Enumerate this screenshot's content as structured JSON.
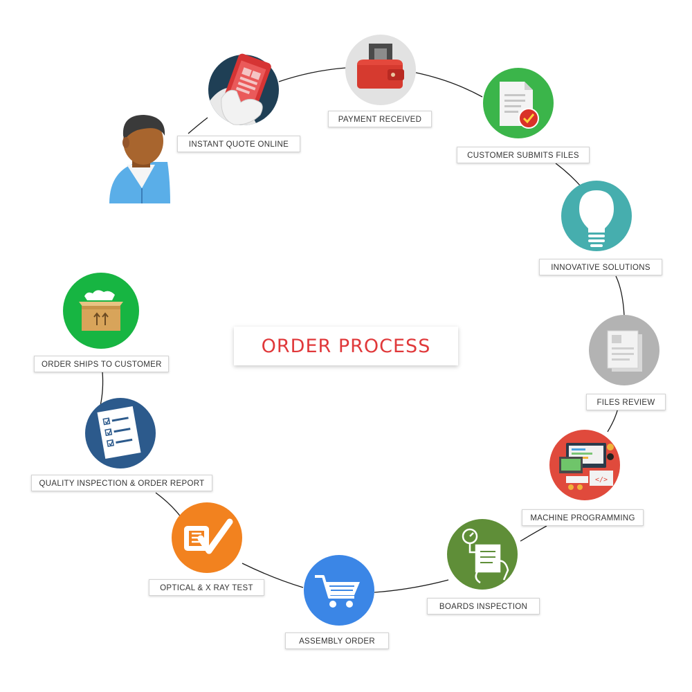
{
  "title": "ORDER PROCESS",
  "customer": {
    "icon": "customer-avatar-icon"
  },
  "steps": [
    {
      "label": "INSTANT QUOTE ONLINE",
      "icon": "phone-touch-icon",
      "color": "#1f3f55"
    },
    {
      "label": "PAYMENT RECEIVED",
      "icon": "wallet-icon",
      "color": "#e2e2e2"
    },
    {
      "label": "CUSTOMER SUBMITS FILES",
      "icon": "document-check-icon",
      "color": "#3bb54a"
    },
    {
      "label": "INNOVATIVE SOLUTIONS",
      "icon": "lightbulb-icon",
      "color": "#46aeae"
    },
    {
      "label": "FILES REVIEW",
      "icon": "files-icon",
      "color": "#b3b3b3"
    },
    {
      "label": "MACHINE PROGRAMMING",
      "icon": "programming-screens-icon",
      "color": "#e04a3c"
    },
    {
      "label": "BOARDS INSPECTION",
      "icon": "inspection-gauge-icon",
      "color": "#5f8e38"
    },
    {
      "label": "ASSEMBLY ORDER",
      "icon": "shopping-cart-icon",
      "color": "#3b86e6"
    },
    {
      "label": "OPTICAL  & X RAY TEST",
      "icon": "chip-check-icon",
      "color": "#f2821f"
    },
    {
      "label": "QUALITY INSPECTION & ORDER REPORT",
      "icon": "checklist-icon",
      "color": "#2c5a8c"
    },
    {
      "label": "ORDER SHIPS TO CUSTOMER",
      "icon": "shipping-box-icon",
      "color": "#17b542"
    }
  ],
  "colors": {
    "title": "#e0383a",
    "connector": "#1a1a1a",
    "label_border": "#d4d4d4"
  }
}
